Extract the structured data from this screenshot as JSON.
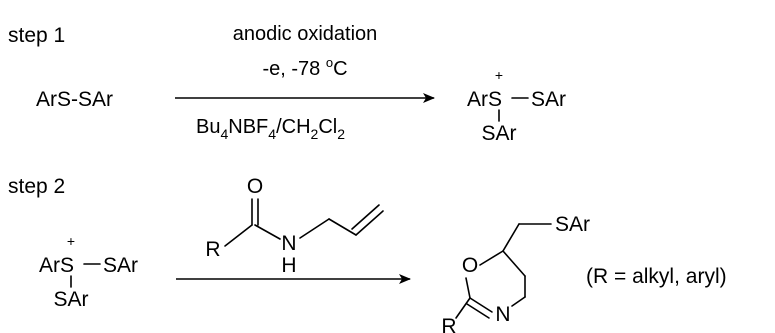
{
  "step1": {
    "label": "step 1",
    "reactant": "ArS-SAr",
    "conditions_top_1": "anodic oxidation",
    "conditions_top_2": "-e, -78 °C",
    "conditions_bottom": "Bu4NBF4/CH2Cl2",
    "product": {
      "left": "ArS",
      "right": "SAr",
      "bottom": "SAr",
      "charge": "+"
    }
  },
  "step2": {
    "label": "step 2",
    "reagent_cation": {
      "left": "ArS",
      "right": "SAr",
      "bottom": "SAr",
      "charge": "+"
    },
    "allylamide": {
      "r": "R",
      "o": "O",
      "n": "N",
      "h": "H"
    },
    "product": {
      "o": "O",
      "n": "N",
      "r": "R",
      "sub": "SAr"
    },
    "note": "(R = alkyl, aryl)"
  }
}
